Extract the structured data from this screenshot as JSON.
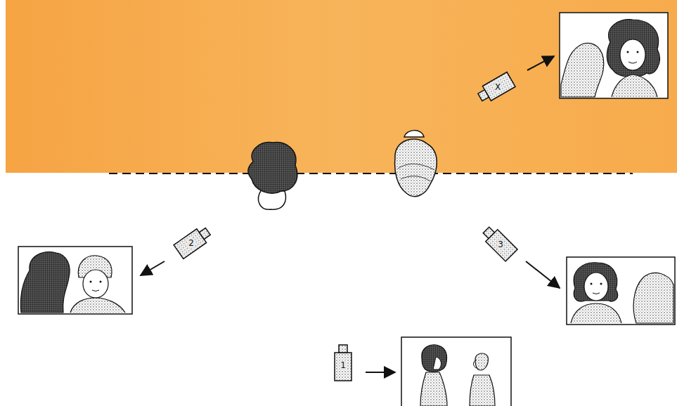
{
  "diagram": {
    "nodes": [
      {
        "text": [
          "X"
        ]
      },
      {
        "text": [
          "2"
        ]
      },
      {
        "text": [
          "3"
        ]
      },
      {
        "text": [
          "1"
        ]
      }
    ]
  }
}
